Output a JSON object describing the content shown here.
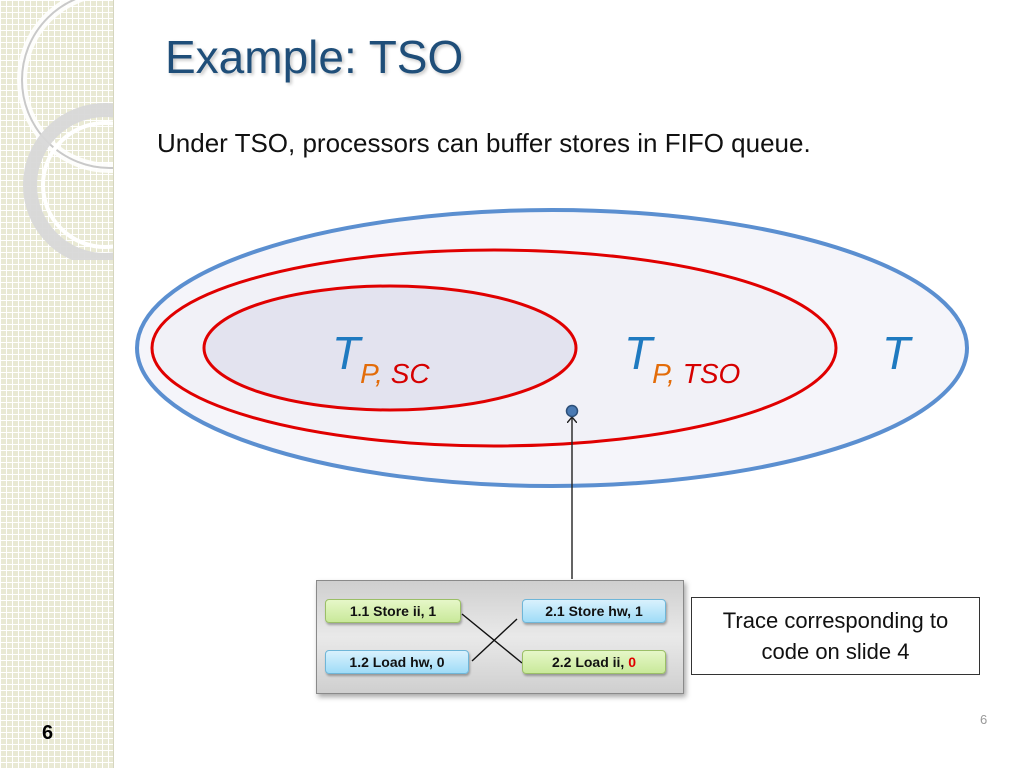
{
  "slide": {
    "title": "Example: TSO",
    "subtitle": "Under TSO, processors can buffer stores in FIFO queue."
  },
  "sets": {
    "inner": {
      "main": "T",
      "sub_p": "P,",
      "sub_model": "SC"
    },
    "middle": {
      "main": "T",
      "sub_p": "P,",
      "sub_model": "TSO"
    },
    "outer": {
      "main": "T"
    }
  },
  "trace": {
    "ops": {
      "op11": "1.1 Store ii, 1",
      "op12": "1.2 Load hw, 0",
      "op21": "2.1 Store hw, 1",
      "op22_prefix": "2.2 Load ii,",
      "op22_value": "0"
    }
  },
  "note": {
    "line1": "Trace corresponding to",
    "line2": "code on slide 4"
  },
  "page_number": "6",
  "colors": {
    "title": "#1f4e79",
    "outer_ellipse": "#5b8fd0",
    "model_ellipses": "#e00000",
    "label_T": "#1f7ac0",
    "label_P": "#e36c09",
    "label_model": "#d60000"
  }
}
